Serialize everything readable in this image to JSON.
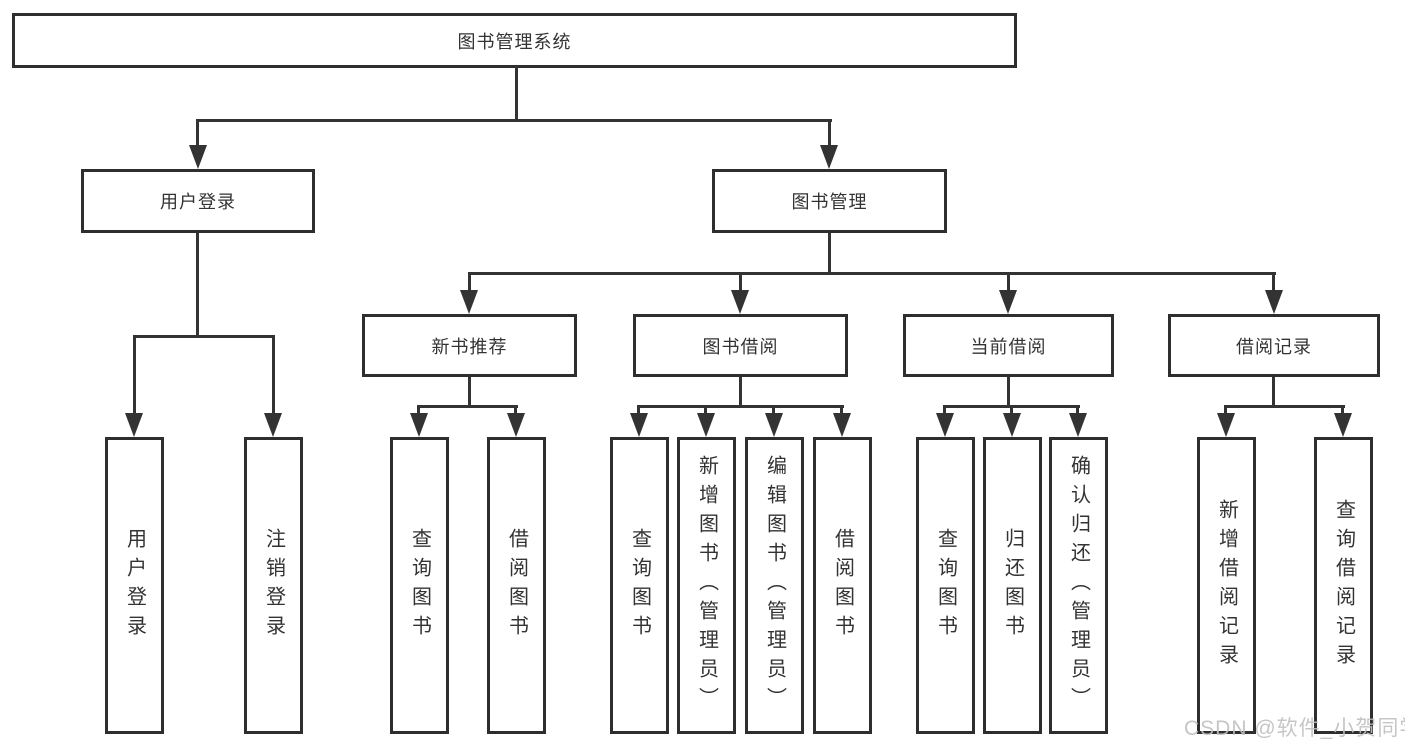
{
  "diagram": {
    "root": {
      "label": "图书管理系统"
    },
    "level2": [
      {
        "label": "用户登录"
      },
      {
        "label": "图书管理"
      }
    ],
    "level3": [
      {
        "label": "新书推荐"
      },
      {
        "label": "图书借阅"
      },
      {
        "label": "当前借阅"
      },
      {
        "label": "借阅记录"
      }
    ],
    "leaves": {
      "user_login": [
        {
          "label": "用户登录"
        },
        {
          "label": "注销登录"
        }
      ],
      "new_book_recommend": [
        {
          "label": "查询图书"
        },
        {
          "label": "借阅图书"
        }
      ],
      "book_borrow": [
        {
          "label": "查询图书"
        },
        {
          "label": "新增图书（管理员）"
        },
        {
          "label": "编辑图书（管理员）"
        },
        {
          "label": "借阅图书"
        }
      ],
      "current_borrow": [
        {
          "label": "查询图书"
        },
        {
          "label": "归还图书"
        },
        {
          "label": "确认归还（管理员）"
        }
      ],
      "borrow_records": [
        {
          "label": "新增借阅记录"
        },
        {
          "label": "查询借阅记录"
        }
      ]
    },
    "watermark": "CSDN @软件_小贺同学",
    "colors": {
      "line": "#333333",
      "box_border": "#2e2e2e",
      "box_fill": "#ffffff",
      "text": "#333333",
      "watermark": "#c0c0c0",
      "background": "#ffffff"
    }
  }
}
